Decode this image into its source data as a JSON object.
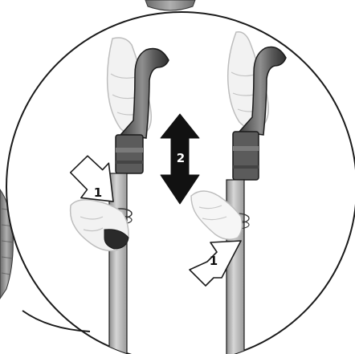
{
  "figure": {
    "labels": {
      "step1_left": "1",
      "step1_right": "1",
      "step2": "2"
    },
    "colors": {
      "outline": "#1a1a1a",
      "handle_dark": "#4a4a4a",
      "handle_light": "#9a9a9a",
      "tube": "#b9b9b9",
      "hand_fill": "#f2f2f2",
      "hand_line": "#bdbdbd",
      "arrow_fill": "#111111"
    },
    "icons": [
      "telescopic-tube-unlock-diagram",
      "release-catch-arrow-icon",
      "length-adjust-double-arrow-icon"
    ]
  }
}
